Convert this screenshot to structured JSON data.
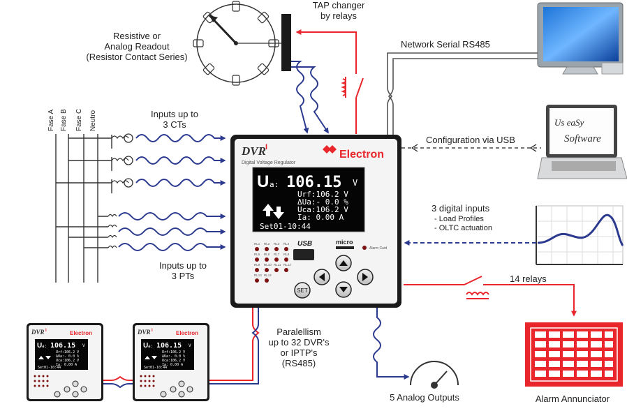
{
  "labels": {
    "tap_changer": [
      "TAP changer",
      "by relays"
    ],
    "resistive": [
      "Resistive or",
      "Analog Readout",
      "(Resistor Contact Series)"
    ],
    "network": "Network Serial RS485",
    "inputs_ct": [
      "Inputs up to",
      "3 CTs"
    ],
    "inputs_pt": [
      "Inputs up to",
      "3 PTs"
    ],
    "config_usb": "Configuration via USB",
    "digital_inputs": [
      "3 digital inputs",
      "- Load Profiles",
      "- OLTC actuation"
    ],
    "relays": "14 relays",
    "parallelism": [
      "Paralellism",
      "up to 32 DVR's",
      "or IPTP's",
      "(RS485)"
    ],
    "analog_outputs": "5 Analog Outputs",
    "alarm": "Alarm Annunciator",
    "phases": [
      "Fase A",
      "Fase B",
      "Fase C",
      "Neutro"
    ]
  },
  "device": {
    "model": "DVR",
    "model_sup": "I",
    "subtitle": "Digital Voltage Regulator",
    "brand": "Electron",
    "display": {
      "main_label": "a:",
      "main_value": "106.15",
      "main_unit": "V",
      "rows": [
        "Urf:106.2 V",
        "ΔUa:- 0.0 %",
        "Uca:106.2 V",
        "Ia:  0.00 A"
      ],
      "bottom": "Set01-10:44"
    },
    "usb_label": "USB",
    "micro_label": "micro",
    "alarm_label": "Alarm Card",
    "set_label": "SET",
    "relay_leds": [
      "RL1",
      "RL2",
      "RL3",
      "RL4",
      "RL5",
      "RL6",
      "RL7",
      "RL8",
      "RL9",
      "RL10",
      "RL11",
      "RL12",
      "RL13",
      "RL14"
    ]
  },
  "software": {
    "name_top": "Us eaSy",
    "name_bottom": "Software"
  },
  "colors": {
    "red": "#e8262b",
    "blue": "#2b3a8f",
    "gray": "#555555",
    "panel_black": "#111111",
    "device_frame": "#1a1a1a"
  }
}
